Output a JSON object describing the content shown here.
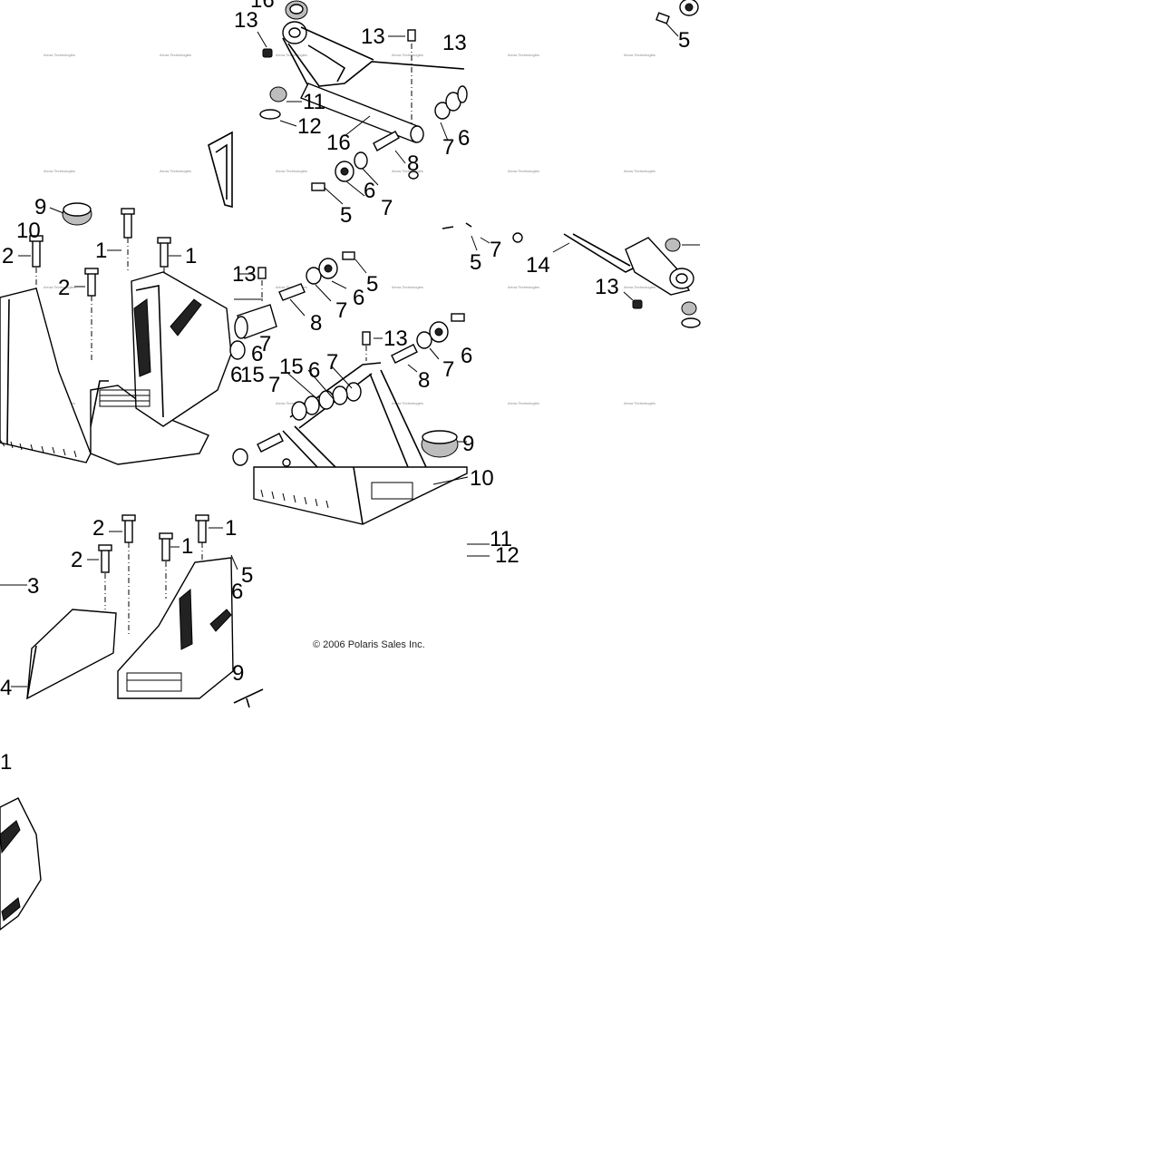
{
  "diagram": {
    "callouts": [
      "1",
      "2",
      "3",
      "4",
      "5",
      "6",
      "7",
      "8",
      "9",
      "10",
      "11",
      "12",
      "13",
      "14",
      "15",
      "16"
    ],
    "copyright": "© 2006 Polaris Sales Inc.",
    "watermark": "Arrow Technologies"
  }
}
